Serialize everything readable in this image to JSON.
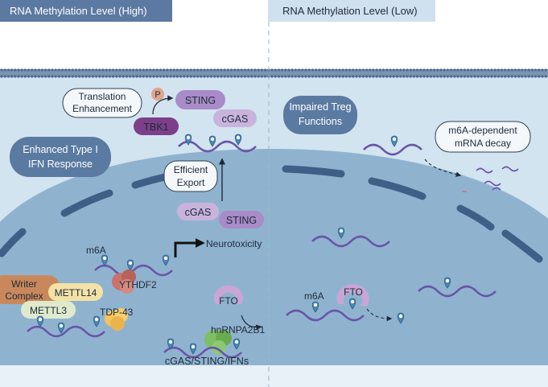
{
  "header": {
    "left_title": "RNA Methylation Level (High)",
    "right_title": "RNA Methylation Level (Low)",
    "left_color": "#5c7aa1",
    "right_color": "#cfe0ee"
  },
  "colors": {
    "cytoplasm": "#d2e4ef",
    "nucleus": "#8fb3cf",
    "membrane": "#3f5f86",
    "rna": "#6a54a8",
    "pin": "#4a85b3",
    "sting": "#a88bc7",
    "cgas": "#c9b3dc",
    "tbk1": "#7d3f8a",
    "writer": "#c9885b",
    "mettl14": "#f3e2a6",
    "mettl3": "#dfe9cc",
    "ythdf2": "#c9726a",
    "tdp43": "#f3c35e",
    "fto": "#c9a6d6",
    "hnrnpa2b1": "#7dbf62",
    "phospho": "#e0a48c"
  },
  "left": {
    "translation_label_line1": "Translation",
    "translation_label_line2": "Enhancement",
    "phospho": "P",
    "sting_top": "STING",
    "cgas_top": "cGAS",
    "tbk1": "TBK1",
    "type1_line1": "Enhanced Type I",
    "type1_line2": "IFN Response",
    "export_line1": "Efficient",
    "export_line2": "Export",
    "cgas_mid": "cGAS",
    "sting_mid": "STING",
    "neurotoxicity": "Neurotoxicity",
    "m6a": "m6A",
    "ythdf2": "YTHDF2",
    "writer_line1": "Writer",
    "writer_line2": "Complex",
    "mettl14": "METTL14",
    "mettl3": "METTL3",
    "tdp43": "TDP-43",
    "fto": "FTO",
    "hnrnpa2b1": "hnRNPA2B1",
    "cgas_sting_ifns": "cGAS/STING/IFNs"
  },
  "right": {
    "treg_line1": "Impaired Treg",
    "treg_line2": "Functions",
    "decay_line1": "m6A-dependent",
    "decay_line2": "mRNA decay",
    "m6a": "m6A",
    "fto": "FTO"
  }
}
